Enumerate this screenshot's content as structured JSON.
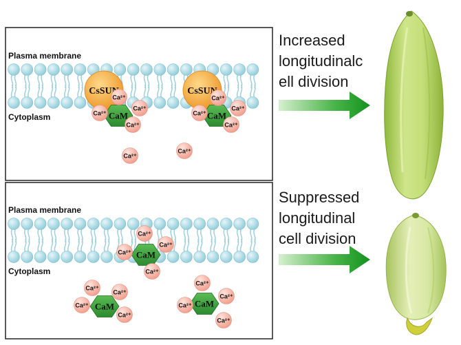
{
  "panels": [
    {
      "id": "top",
      "membrane_label": "Plasma membrane",
      "cytoplasm_label": "Cytoplasm",
      "caption_lines": [
        "Increased",
        "longitudinalc",
        "ell division"
      ],
      "protein_label": "CsSUN",
      "calmodulin_label": "CaM",
      "ion_label": "Ca²⁺"
    },
    {
      "id": "bottom",
      "membrane_label": "Plasma membrane",
      "cytoplasm_label": "Cytoplasm",
      "caption_lines": [
        "Suppressed",
        "longitudinal",
        "cell division"
      ],
      "calmodulin_label": "CaM",
      "ion_label": "Ca²⁺"
    }
  ],
  "colors": {
    "lipid_head": "#a9dbe6",
    "lipid_tail": "#9fd0dc",
    "calcium": "#f7b7a8",
    "calmodulin": "#3a9a3a",
    "cssun": "#f4a83a",
    "arrow": "#1c9a2a",
    "fruit_top": "#b9d96a",
    "fruit_bottom": "#d3e49a"
  }
}
